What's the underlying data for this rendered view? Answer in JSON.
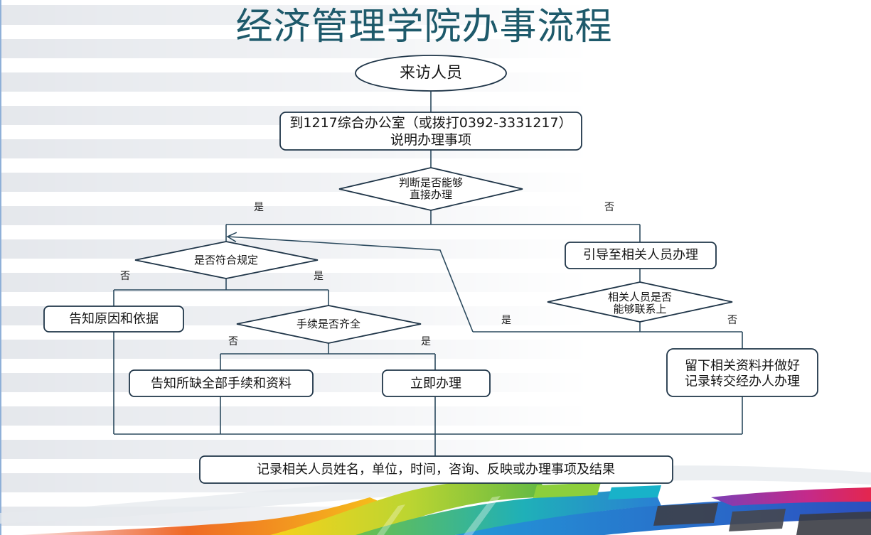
{
  "title": "经济管理学院办事流程",
  "colors": {
    "title": "#1e5a6b",
    "connector": "#2b4a5e",
    "shape_border": "#1f3548"
  },
  "flowchart": {
    "start": {
      "label": "来访人员"
    },
    "contact_office": {
      "lines": [
        "到1217综合办公室（或拨打0392-3331217）",
        "说明办理事项"
      ]
    },
    "decision_direct": {
      "lines": [
        "判断是否能够",
        "直接办理"
      ],
      "yes": "是",
      "no": "否"
    },
    "decision_rules": {
      "label": "是否符合规定",
      "no": "否",
      "yes": "是"
    },
    "inform_reason": {
      "label": "告知原因和依据"
    },
    "decision_documents": {
      "label": "手续是否齐全",
      "no": "否",
      "yes": "是"
    },
    "inform_missing": {
      "label": "告知所缺全部手续和资料"
    },
    "handle_now": {
      "label": "立即办理"
    },
    "refer": {
      "label": "引导至相关人员办理"
    },
    "decision_contact": {
      "lines": [
        "相关人员是否",
        "能够联系上"
      ],
      "yes": "是",
      "no": "否"
    },
    "leave_materials": {
      "lines": [
        "留下相关资料并做好",
        "记录转交经办人办理"
      ]
    },
    "record": {
      "label": "记录相关人员姓名，单位，时间，咨询、反映或办理事项及结果"
    }
  }
}
